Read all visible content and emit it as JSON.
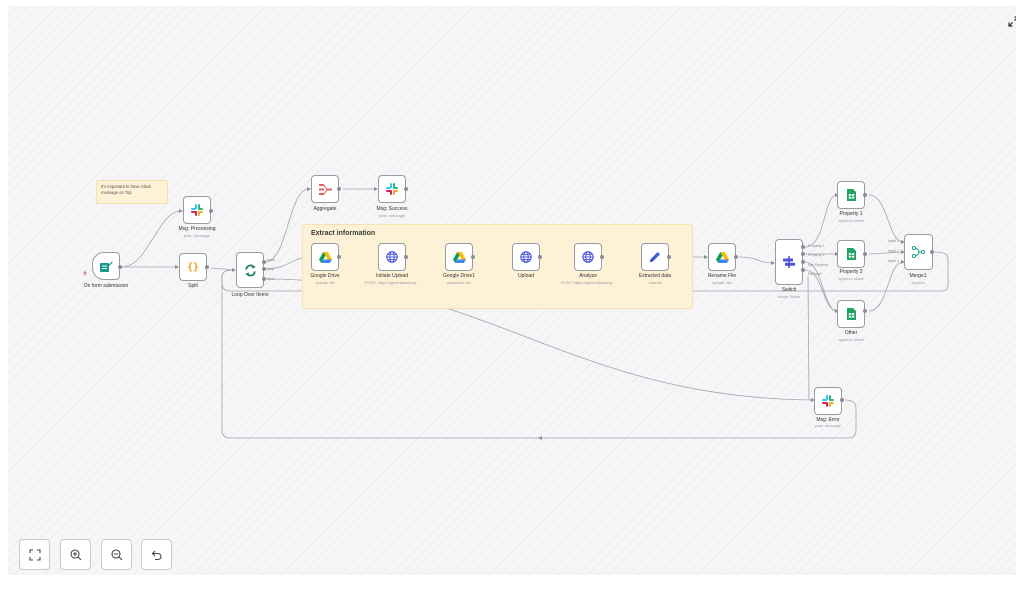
{
  "sticky_note": {
    "text": "It's important to have Slack message on Top"
  },
  "group": {
    "title": "Extract information"
  },
  "nodes": {
    "on_form_submission": {
      "label": "On form submission"
    },
    "msg_processing": {
      "label": "Msg: Processing",
      "sub": "post: message"
    },
    "split": {
      "label": "Split"
    },
    "loop_over_items": {
      "label": "Loop Over Items",
      "ports": [
        "done",
        "loop",
        "error"
      ]
    },
    "aggregate": {
      "label": "Aggregate"
    },
    "msg_success": {
      "label": "Msg: Success",
      "sub": "post: message"
    },
    "google_drive": {
      "label": "Google Drive",
      "sub": "upload: file"
    },
    "initiate_upload": {
      "label": "Initiate Upload",
      "sub": "POST: https://generativelang..."
    },
    "google_drive1": {
      "label": "Google Drive1",
      "sub": "download: file"
    },
    "upload": {
      "label": "Upload"
    },
    "analyze": {
      "label": "Analyze",
      "sub": "POST: https://generativelang..."
    },
    "extracted_data": {
      "label": "Extracted data",
      "sub": "manual"
    },
    "rename_file": {
      "label": "Rename File",
      "sub": "update: file"
    },
    "switch": {
      "label": "Switch",
      "sub": "mode: Rules",
      "ports": [
        "Property 1",
        "Property 2",
        "Not Property",
        "Fallback"
      ]
    },
    "property1": {
      "label": "Property 1",
      "sub": "append: sheet"
    },
    "property2": {
      "label": "Property 2",
      "sub": "append: sheet"
    },
    "other": {
      "label": "Other",
      "sub": "append: sheet"
    },
    "merge1": {
      "label": "Merge1",
      "sub": "append",
      "ports": [
        "Input 1",
        "Input 2",
        "Input 3"
      ]
    },
    "msg_error": {
      "label": "Msg: Error",
      "sub": "post: message"
    }
  },
  "controls": {
    "fit_view": "fit-view-icon",
    "zoom_in": "zoom-in-icon",
    "zoom_out": "zoom-out-icon",
    "reset_zoom": "reset-zoom-icon",
    "fullscreen": "expand-icon"
  },
  "colors": {
    "canvas": "#f6f6f8",
    "group": "#fdf1d6",
    "wire": "#9a9aa5",
    "trigger_dot": "#e2625f",
    "sheets_green": "#1fa463",
    "http_blue": "#4b55d8",
    "teal": "#1a9a8e"
  }
}
